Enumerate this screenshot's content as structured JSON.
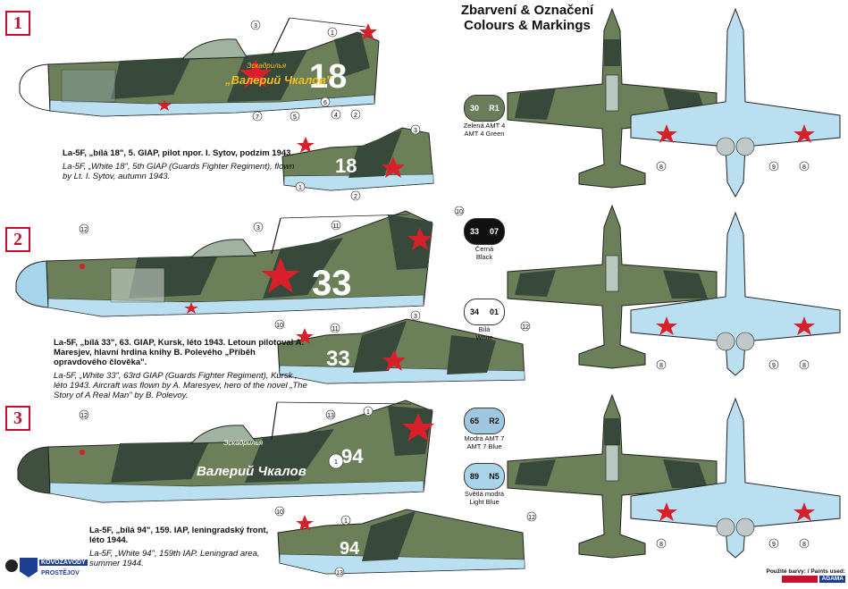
{
  "header": {
    "title_cz": "Zbarvení & Označení",
    "title_en": "Colours & Markings"
  },
  "profiles": [
    {
      "number": "1",
      "desc_cz": "La-5F, „bílá 18\", 5. GIAP, pilot npor. I. Sytov, podzim 1943.",
      "desc_en": "La-5F, „White 18\", 5th GIAP (Guards Fighter Regiment), flown by Lt. I. Sytov, autumn 1943.",
      "tail_code": "18",
      "fuselage_script_small": "Эскадрилья",
      "fuselage_script": "„Валерий Чкалов\""
    },
    {
      "number": "2",
      "desc_cz": "La-5F, „bílá 33\", 63. GIAP, Kursk, léto 1943. Letoun pilotoval A. Maresjev, hlavní hrdina knihy B. Polevého „Příběh opravdového člověka\".",
      "desc_en": "La-5F, „White 33\", 63rd GIAP (Guards Fighter Regiment), Kursk , léto 1943. Aircraft was flown by A. Maresyev, hero of the novel „The Story of A Real Man\" by B. Polevoy.",
      "tail_code": "33"
    },
    {
      "number": "3",
      "desc_cz": "La-5F, „bílá 94\", 159. IAP, leningradský front, léto 1944.",
      "desc_en": "La-5F, „White 94\", 159th IAP. Leningrad area, summer 1944.",
      "tail_code": "94",
      "fuselage_script_small": "Эскадрилья",
      "fuselage_script": "Валерий Чкалов"
    }
  ],
  "paints": [
    {
      "code_a": "30",
      "code_b": "R1",
      "color_a": "#6a7d5a",
      "color_b": "#6a7d5a",
      "label_cz": "Zelená AMT 4",
      "label_en": "AMT 4 Green"
    },
    {
      "code_a": "33",
      "code_b": "07",
      "color_a": "#111111",
      "color_b": "#111111",
      "label_cz": "Černá",
      "label_en": "Black"
    },
    {
      "code_a": "34",
      "code_b": "01",
      "color_a": "#ffffff",
      "color_b": "#ffffff",
      "label_cz": "Bílá",
      "label_en": "White"
    },
    {
      "code_a": "65",
      "code_b": "R2",
      "color_a": "#9fc8e0",
      "color_b": "#9fc8e0",
      "label_cz": "Modrá AMT 7",
      "label_en": "AMT 7 Blue"
    },
    {
      "code_a": "89",
      "code_b": "N5",
      "color_a": "#a9d4ea",
      "color_b": "#a9d4ea",
      "label_cz": "Světlá modrá",
      "label_en": "Light Blue"
    }
  ],
  "footer": {
    "brand_top": "KOVOZÁVODY",
    "brand_bottom": "PROSTĚJOV",
    "paints_used": "Použité barvy: / Paints used:",
    "paint_brand": "AGAMA"
  },
  "colors": {
    "green": "#6b7f58",
    "dark_green": "#36493a",
    "light_blue": "#b9dff0",
    "red": "#d7202a",
    "frame_red": "#c8102e"
  }
}
